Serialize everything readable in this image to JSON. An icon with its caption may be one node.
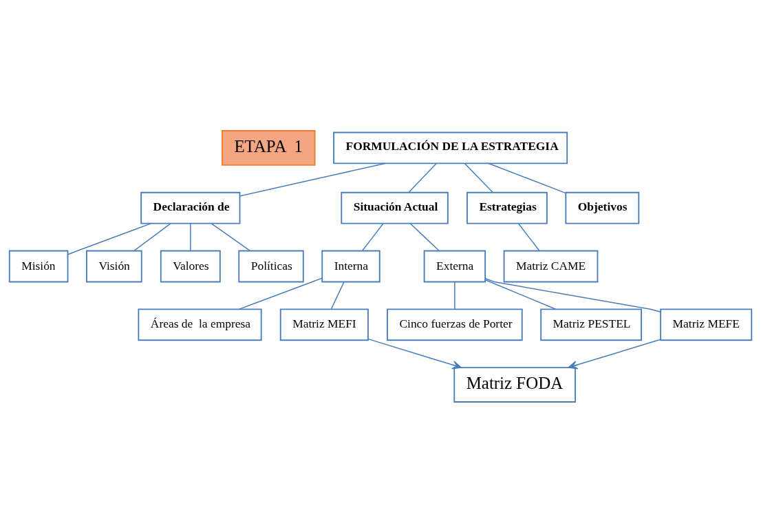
{
  "diagram": {
    "nodes": [
      {
        "text": [
          "ETAPA  1"
        ]
      },
      {
        "text": [
          "FORMULACIÓN DE LA ESTRATEGIA"
        ]
      },
      {
        "text": [
          "Declaración de"
        ]
      },
      {
        "text": [
          "Situación Actual"
        ]
      },
      {
        "text": [
          "Estrategias"
        ]
      },
      {
        "text": [
          "Objetivos"
        ]
      },
      {
        "text": [
          "Misión"
        ]
      },
      {
        "text": [
          "Visión"
        ]
      },
      {
        "text": [
          "Valores"
        ]
      },
      {
        "text": [
          "Políticas"
        ]
      },
      {
        "text": [
          "Interna"
        ]
      },
      {
        "text": [
          "Externa"
        ]
      },
      {
        "text": [
          "Áreas de  la empresa"
        ]
      },
      {
        "text": [
          "Matriz MEFI"
        ]
      },
      {
        "text": [
          "Cinco fuerzas de Porter"
        ]
      },
      {
        "text": [
          "Matriz PESTEL"
        ]
      },
      {
        "text": [
          "Matriz MEFE"
        ]
      },
      {
        "text": [
          "Matriz CAME"
        ]
      },
      {
        "text": [
          "Matriz FODA"
        ]
      }
    ],
    "edges": [
      {
        "from": 1,
        "to": 2,
        "arrow": "none"
      },
      {
        "from": 1,
        "to": 3,
        "arrow": "none"
      },
      {
        "from": 1,
        "to": 4,
        "arrow": "none"
      },
      {
        "from": 1,
        "to": 5,
        "arrow": "none"
      },
      {
        "from": 2,
        "to": 6,
        "arrow": "none"
      },
      {
        "from": 2,
        "to": 7,
        "arrow": "none"
      },
      {
        "from": 2,
        "to": 8,
        "arrow": "none"
      },
      {
        "from": 2,
        "to": 9,
        "arrow": "none"
      },
      {
        "from": 3,
        "to": 10,
        "arrow": "none"
      },
      {
        "from": 3,
        "to": 11,
        "arrow": "none"
      },
      {
        "from": 10,
        "to": 12,
        "arrow": "none"
      },
      {
        "from": 10,
        "to": 13,
        "arrow": "none"
      },
      {
        "from": 11,
        "to": 14,
        "arrow": "none"
      },
      {
        "from": 11,
        "to": 15,
        "arrow": "none"
      },
      {
        "from": 11,
        "to": 16,
        "arrow": "none"
      },
      {
        "from": 4,
        "to": 17,
        "arrow": "none"
      },
      {
        "from": 13,
        "to": 18,
        "arrow": "to"
      },
      {
        "from": 16,
        "to": 18,
        "arrow": "to"
      }
    ]
  }
}
